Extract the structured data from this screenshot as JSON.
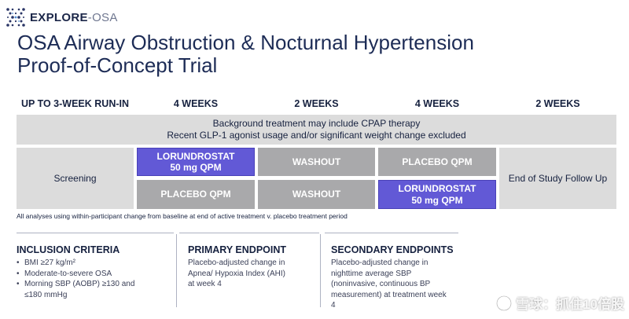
{
  "logo": {
    "text_bold": "EXPLORE",
    "text_light": "-OSA"
  },
  "title": {
    "line1": "OSA Airway Obstruction & Nocturnal Hypertension",
    "line2": "Proof-of-Concept Trial"
  },
  "phases": [
    "UP TO 3-WEEK RUN-IN",
    "4 WEEKS",
    "2 WEEKS",
    "4 WEEKS",
    "2 WEEKS"
  ],
  "background": {
    "line1": "Background treatment may include CPAP therapy",
    "line2": "Recent GLP-1 agonist usage and/or significant weight change excluded"
  },
  "arms": {
    "screening": "Screening",
    "row1": [
      {
        "line1": "LORUNDROSTAT",
        "line2": "50 mg QPM"
      },
      {
        "line1": "WASHOUT",
        "line2": ""
      },
      {
        "line1": "PLACEBO QPM",
        "line2": ""
      }
    ],
    "row2": [
      {
        "line1": "PLACEBO QPM",
        "line2": ""
      },
      {
        "line1": "WASHOUT",
        "line2": ""
      },
      {
        "line1": "LORUNDROSTAT",
        "line2": "50 mg QPM"
      }
    ],
    "follow_up": "End of Study Follow Up"
  },
  "note": "All analyses using within-participant change from baseline at end of active treatment v. placebo treatment period",
  "inclusion": {
    "title": "INCLUSION CRITERIA",
    "items": [
      "BMI ≥27 kg/m²",
      "Moderate-to-severe OSA",
      "Morning SBP (AOBP) ≥130 and ≤180 mmHg"
    ]
  },
  "primary": {
    "title": "PRIMARY ENDPOINT",
    "body": "Placebo-adjusted change in Apnea/ Hypoxia Index (AHI) at week 4"
  },
  "secondary": {
    "title": "SECONDARY ENDPOINTS",
    "body": "Placebo-adjusted change in nighttime average SBP (noninvasive, continuous BP measurement) at treatment week 4"
  },
  "watermark": "雪球：抓住10倍股",
  "colors": {
    "navy": "#1d2c56",
    "purple": "#6259d6",
    "grey_light": "#dcdcdc",
    "grey_dark": "#a9a9ab"
  }
}
